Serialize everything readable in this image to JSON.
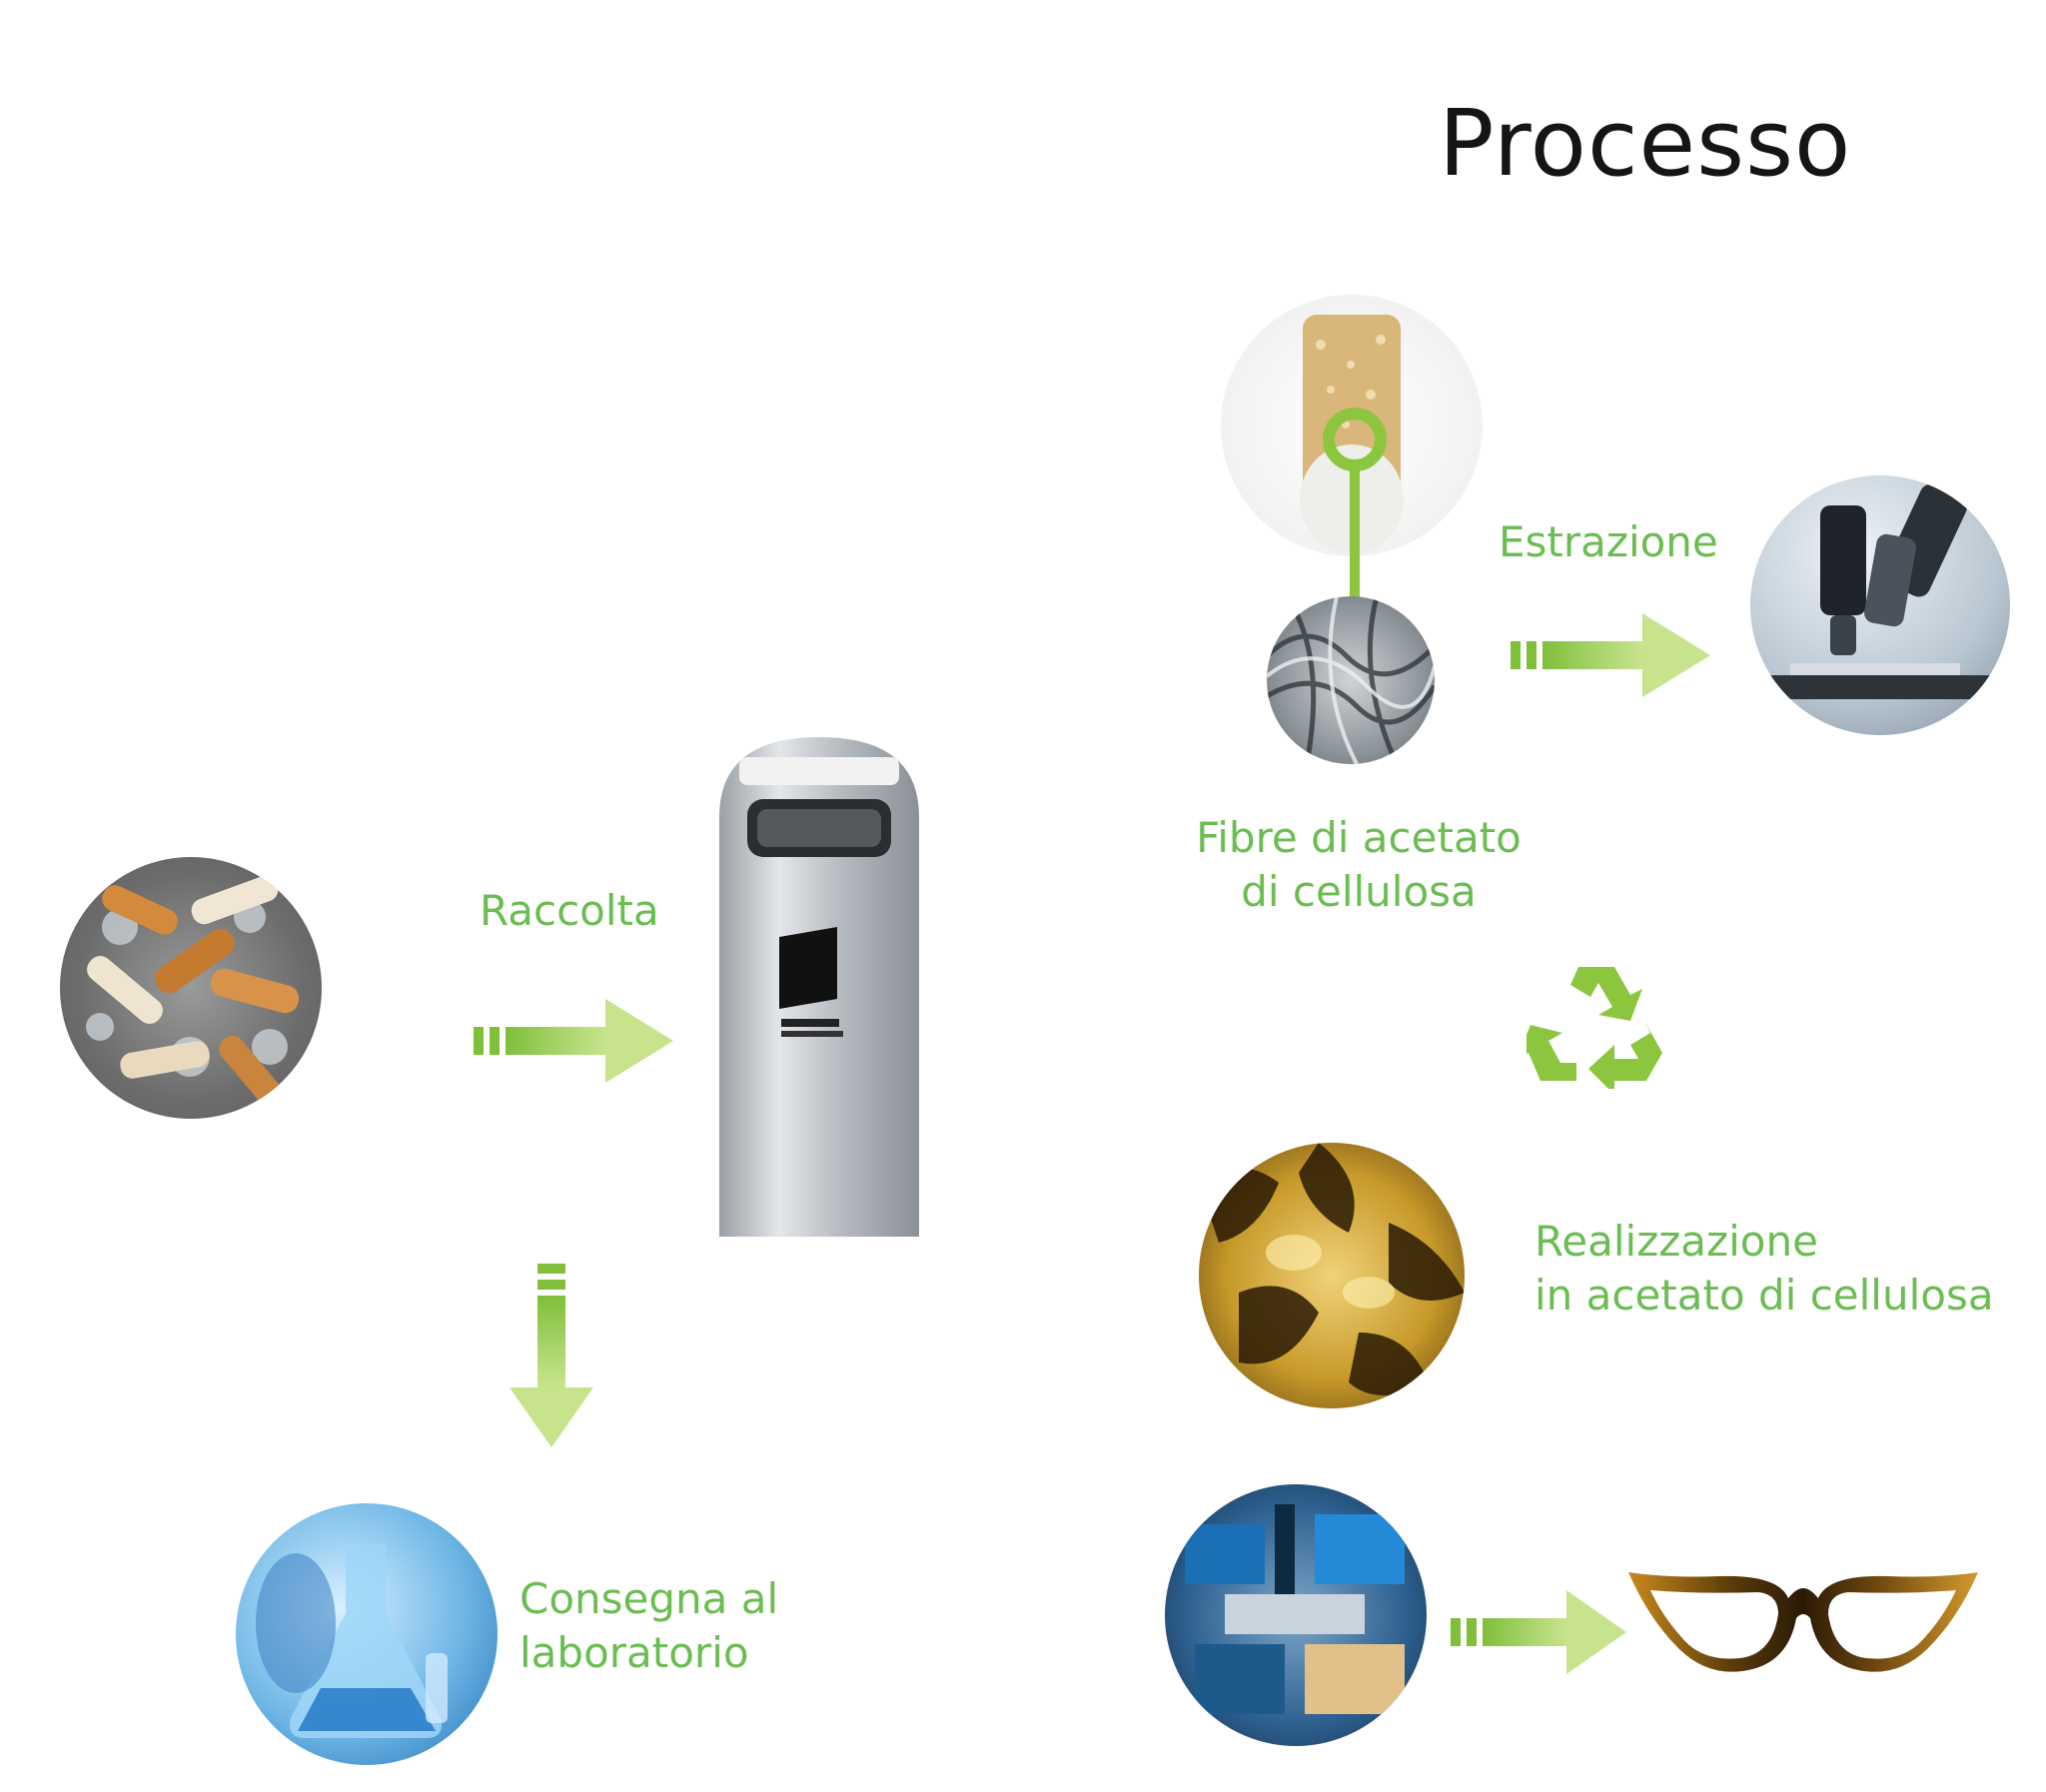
{
  "title": "Processo",
  "steps": {
    "raccolta": "Raccolta",
    "consegna_line1": "Consegna al",
    "consegna_line2": "laboratorio",
    "fibre_line1": "Fibre di acetato",
    "fibre_line2": "di cellulosa",
    "estrazione": "Estrazione",
    "realizzazione_line1": "Realizzazione",
    "realizzazione_line2": "in acetato di cellulosa"
  },
  "colors": {
    "accent_green": "#6bbd52",
    "arrow_green": "#8cc63f",
    "title": "#151515"
  },
  "icons": [
    "cigarette-butts-icon",
    "ash-bin-icon",
    "laboratory-flask-icon",
    "cigarette-filter-icon",
    "cellulose-fiber-icon",
    "microscope-icon",
    "recycle-icon",
    "tortoiseshell-acetate-icon",
    "factory-machinery-icon",
    "cat-eye-glasses-icon",
    "arrow-right-icon",
    "arrow-down-icon"
  ]
}
